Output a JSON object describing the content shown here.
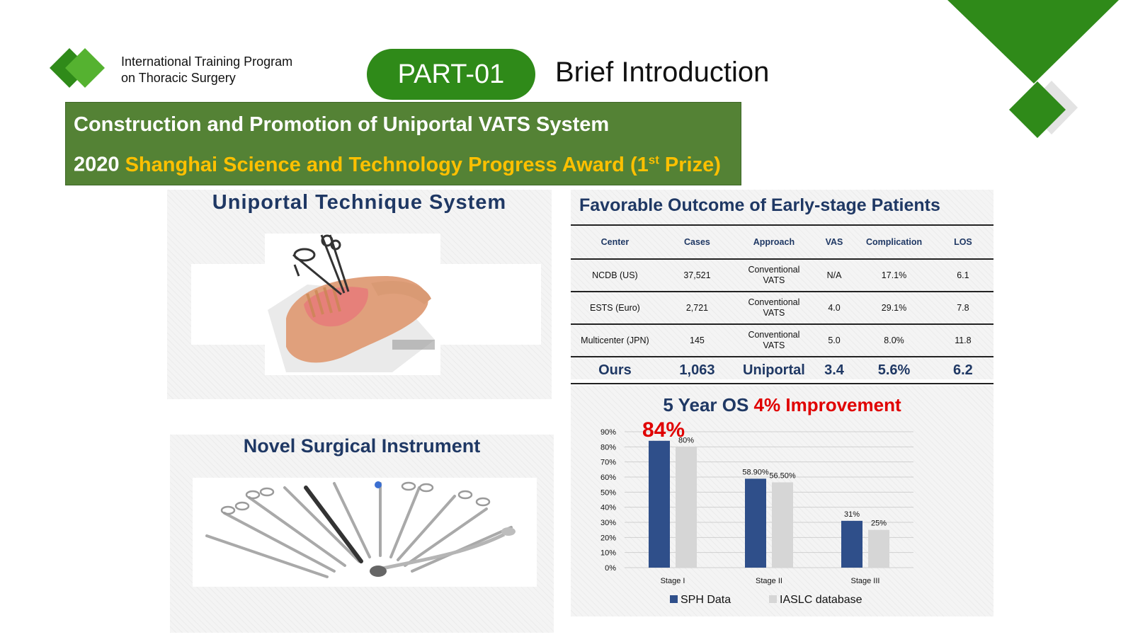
{
  "header": {
    "org_line1": "International Training Program",
    "org_line2": "on Thoracic Surgery",
    "part_label": "PART-01",
    "section_title": "Brief Introduction"
  },
  "banner": {
    "line1": "Construction and Promotion of Uniportal VATS System",
    "line2_year": "2020",
    "line2_award": "Shanghai Science and Technology Progress Award (1",
    "line2_sup": "st",
    "line2_end": " Prize)"
  },
  "panels": {
    "technique_title": "Uniportal Technique System",
    "instrument_title": "Novel Surgical Instrument"
  },
  "outcome_table": {
    "title": "Favorable Outcome of Early-stage Patients",
    "columns": [
      "Center",
      "Cases",
      "Approach",
      "VAS",
      "Complication",
      "LOS"
    ],
    "rows": [
      [
        "NCDB (US)",
        "37,521",
        "Conventional VATS",
        "N/A",
        "17.1%",
        "6.1"
      ],
      [
        "ESTS (Euro)",
        "2,721",
        "Conventional VATS",
        "4.0",
        "29.1%",
        "7.8"
      ],
      [
        "Multicenter (JPN)",
        "145",
        "Conventional VATS",
        "5.0",
        "8.0%",
        "11.8"
      ]
    ],
    "ours": [
      "Ours",
      "1,063",
      "Uniportal",
      "3.4",
      "5.6%",
      "6.2"
    ]
  },
  "chart_heading": {
    "part1": "5 Year OS ",
    "part2": "4% Improvement"
  },
  "chart_data": {
    "type": "bar",
    "categories": [
      "Stage I",
      "Stage II",
      "Stage III"
    ],
    "series": [
      {
        "name": "SPH Data",
        "values": [
          84,
          58.9,
          31
        ],
        "labels": [
          "84%",
          "58.90%",
          "31%"
        ],
        "color": "#2f4f8a"
      },
      {
        "name": "IASLC database",
        "values": [
          80,
          56.5,
          25
        ],
        "labels": [
          "80%",
          "56.50%",
          "25%"
        ],
        "color": "#d6d6d6"
      }
    ],
    "ylim": [
      0,
      90
    ],
    "yticks": [
      0,
      10,
      20,
      30,
      40,
      50,
      60,
      70,
      80,
      90
    ],
    "ytick_labels": [
      "0%",
      "10%",
      "20%",
      "30%",
      "40%",
      "50%",
      "60%",
      "70%",
      "80%",
      "90%"
    ],
    "grid": true,
    "legend": "bottom"
  },
  "colors": {
    "brand_green": "#2f8a19",
    "banner_green": "#548235",
    "award_yellow": "#ffc000",
    "title_navy": "#1f3864",
    "highlight_red": "#e00000"
  }
}
